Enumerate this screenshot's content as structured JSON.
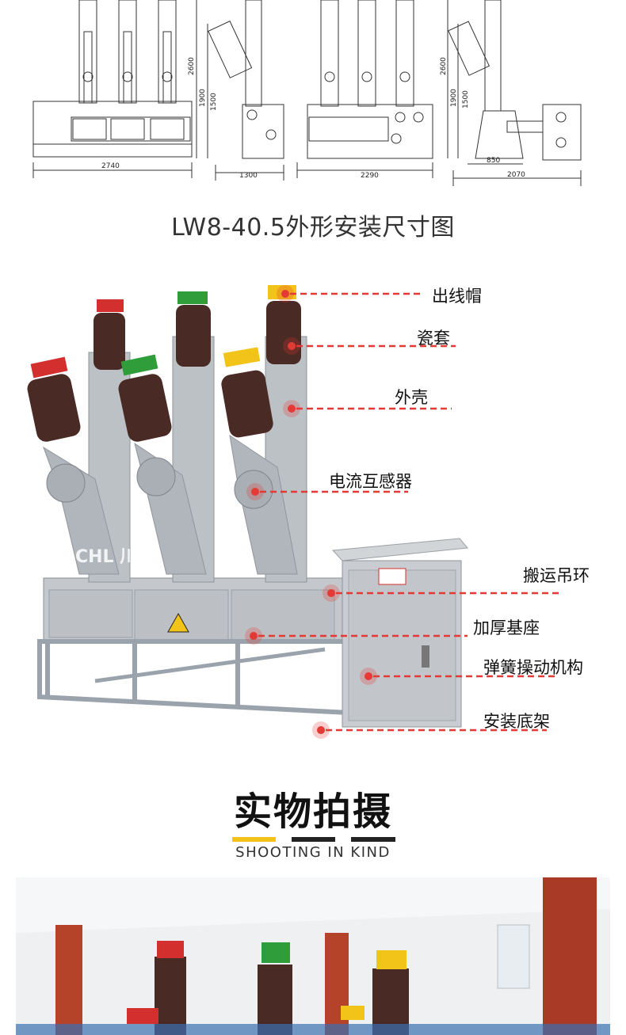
{
  "drawing": {
    "caption": "LW8-40.5外形安装尺寸图",
    "view1": {
      "width": "2740",
      "height_total": "2600",
      "height_base": "1900"
    },
    "view2": {
      "width": "1300"
    },
    "view3": {
      "width": "2290",
      "height_total": "2600",
      "height_base": "1900"
    },
    "view4": {
      "width_inner": "850",
      "width_total": "2070",
      "height_base": "1500"
    },
    "view2_heights": {
      "height_base": "1500"
    }
  },
  "product": {
    "watermark": "CHL 川龙",
    "callouts": [
      {
        "label": "出线帽"
      },
      {
        "label": "瓷套"
      },
      {
        "label": "外壳"
      },
      {
        "label": "电流互感器"
      },
      {
        "label": "搬运吊环"
      },
      {
        "label": "加厚基座"
      },
      {
        "label": "弹簧操动机构"
      },
      {
        "label": "安装底架"
      }
    ],
    "colors": {
      "callout_dot": "#e53935",
      "callout_line": "#e53935",
      "cap_red": "#d32f2f",
      "cap_green": "#2e9d3a",
      "cap_yellow": "#f2c318",
      "body": "#b9bec4",
      "insulator": "#4a2a24"
    }
  },
  "shooting": {
    "title": "实物拍摄",
    "subtitle": "SHOOTING IN KIND",
    "bar_colors": [
      "#f2c318",
      "#222222",
      "#222222"
    ]
  }
}
